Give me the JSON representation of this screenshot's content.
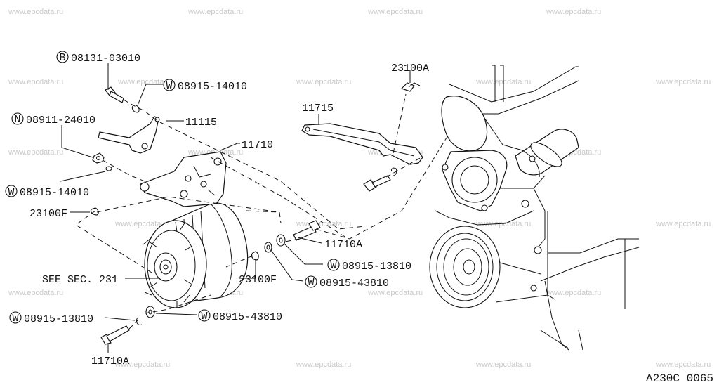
{
  "watermarks": [
    "www.epcdata.ru",
    "www.epcdata.ru",
    "www.epcdata.ru",
    "www.epcdata.ru",
    "www.epcdata.ru",
    "www.epcdata.ru",
    "www.epcdata.ru",
    "www.epcdata.ru",
    "www.epcdata.ru",
    "www.epcdata.ru",
    "www.epcdata.ru",
    "www.epcdata.ru",
    "www.epcdata.ru",
    "www.epcdata.ru",
    "www.epcdata.ru",
    "www.epcdata.ru",
    "www.epcdata.ru",
    "www.epcdata.ru",
    "www.epcdata.ru",
    "www.epcdata.ru",
    "www.epcdata.ru",
    "www.epcdata.ru",
    "www.epcdata.ru",
    "www.epcdata.ru",
    "www.epcdata.ru",
    "www.epcdata.ru",
    "www.epcdata.ru",
    "www.epcdata.ru",
    "www.epcdata.ru",
    "www.epcdata.ru"
  ],
  "callouts": [
    {
      "prefix": "B",
      "number": "08131-03010"
    },
    {
      "prefix": "W",
      "number": "08915-14010"
    },
    {
      "prefix": "",
      "number": "11115"
    },
    {
      "prefix": "N",
      "number": "08911-24010"
    },
    {
      "prefix": "",
      "number": "11710"
    },
    {
      "prefix": "W",
      "number": "08915-14010"
    },
    {
      "prefix": "",
      "number": "23100F"
    },
    {
      "prefix": "",
      "number": "23100A"
    },
    {
      "prefix": "",
      "number": "11715"
    },
    {
      "prefix": "",
      "number": "11710A"
    },
    {
      "prefix": "W",
      "number": "08915-13810"
    },
    {
      "prefix": "W",
      "number": "08915-43810"
    },
    {
      "prefix": "",
      "number": "23100F"
    },
    {
      "prefix": "",
      "number": "SEE SEC. 231"
    },
    {
      "prefix": "W",
      "number": "08915-13810"
    },
    {
      "prefix": "W",
      "number": "08915-43810"
    },
    {
      "prefix": "",
      "number": "11710A"
    }
  ],
  "diagram_code": "A230C 0065"
}
